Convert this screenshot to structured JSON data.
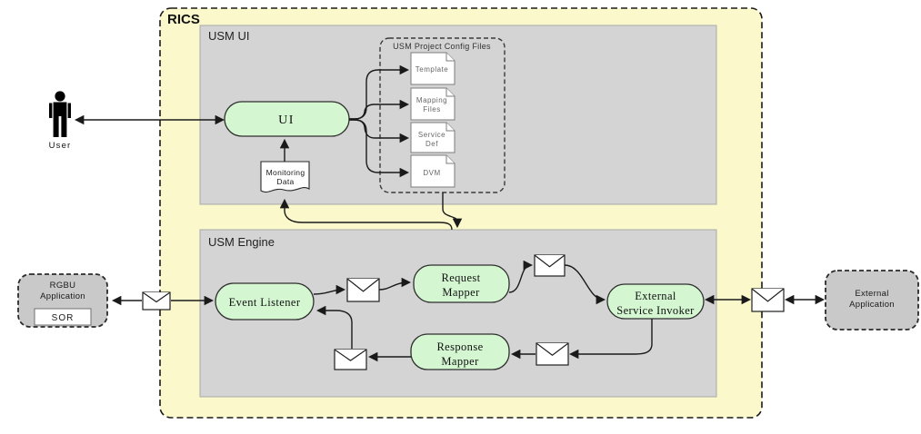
{
  "colors": {
    "rics_fill": "#FBF9CB",
    "panel_fill": "#D4D4D4",
    "app_fill": "#C9C9C9",
    "node_fill": "#D4F7D2",
    "line": "#1A1A1A"
  },
  "icons": {
    "user_actor": "stick-figure-person",
    "message": "envelope",
    "config_file": "document-folded-corner",
    "monitoring": "document-wavy-bottom"
  },
  "rics": {
    "label": "RICS"
  },
  "usm_ui": {
    "label": "USM UI",
    "ui_node_label": "UI",
    "config_files": {
      "title": "USM Project Config Files",
      "template": "Template",
      "mapping_line1": "Mapping",
      "mapping_line2": "Files",
      "service_line1": "Service",
      "service_line2": "Def",
      "dvm": "DVM"
    },
    "monitoring_line1": "Monitoring",
    "monitoring_line2": "Data"
  },
  "usm_engine": {
    "label": "USM Engine",
    "event_listener": "Event Listener",
    "request_mapper_line1": "Request",
    "request_mapper_line2": "Mapper",
    "response_mapper_line1": "Response",
    "response_mapper_line2": "Mapper",
    "esi_line1": "External",
    "esi_line2": "Service Invoker"
  },
  "external": {
    "user_label": "User",
    "rgbu_line1": "RGBU",
    "rgbu_line2": "Application",
    "rgbu_sub": "SOR",
    "ext_app_line1": "External",
    "ext_app_line2": "Application"
  }
}
